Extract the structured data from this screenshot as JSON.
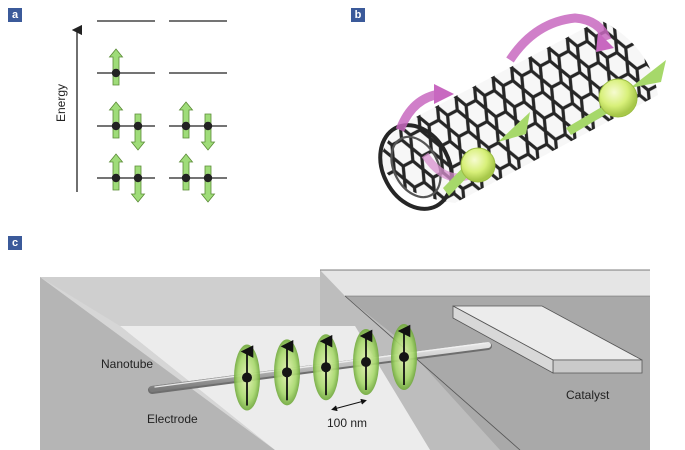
{
  "panels": [
    {
      "letter": "a"
    },
    {
      "letter": "b"
    },
    {
      "letter": "c"
    }
  ],
  "panel_a": {
    "axis_label": "Energy"
  },
  "panel_c": {
    "nanotube_label": "Nanotube",
    "electrode_label": "Electrode",
    "catalyst_label": "Catalyst",
    "scale_label": "100 nm"
  },
  "colors": {
    "panel_letter_bg": "#3b5a9a",
    "spin_arrow": "#9fdc79",
    "electron": "#222222",
    "tube": "#333333",
    "current_arrow": "#c868c0",
    "spin_ball": "#d8f07a",
    "spin_halo": "#a6d86a"
  }
}
